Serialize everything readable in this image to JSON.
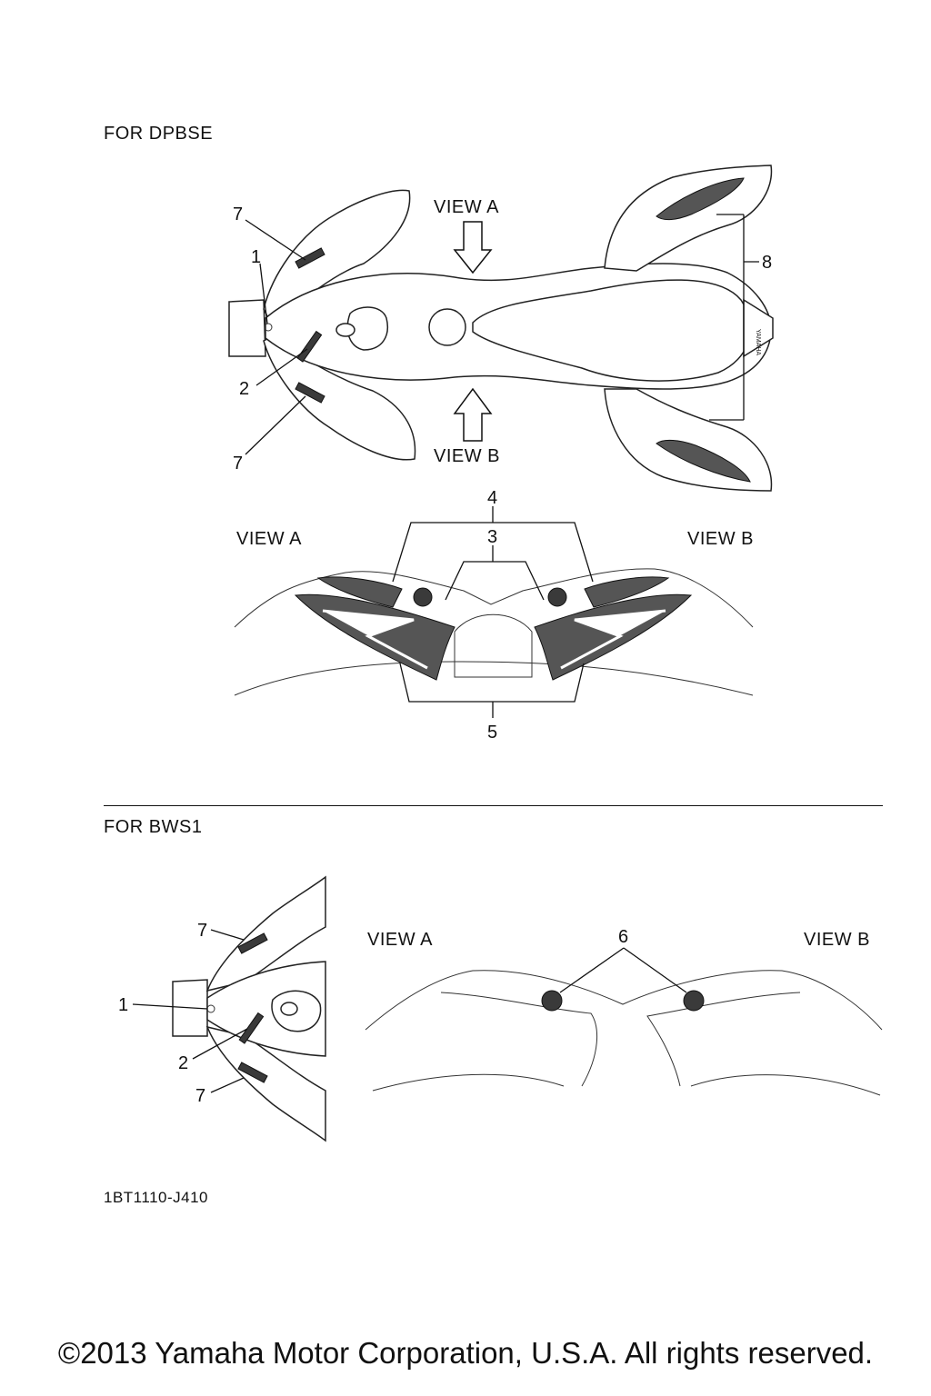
{
  "sections": {
    "dpbse_heading": "FOR  DPBSE",
    "bws1_heading": "FOR BWS1"
  },
  "view_labels": {
    "arrow_view_a": "VIEW A",
    "arrow_view_b": "VIEW B",
    "detail_view_a": "VIEW A",
    "detail_view_b": "VIEW B",
    "bws1_view_a": "VIEW A",
    "bws1_view_b": "VIEW B"
  },
  "callouts": {
    "dpbse_top": [
      "7",
      "1",
      "2",
      "7",
      "8"
    ],
    "dpbse_detail": [
      "4",
      "3",
      "5"
    ],
    "bws1_top": [
      "7",
      "1",
      "2",
      "7"
    ],
    "bws1_detail": [
      "6"
    ]
  },
  "decal_brand": "YAMAHA",
  "diagram_code": "1BT1110-J410",
  "copyright": "©2013 Yamaha Motor Corporation, U.S.A. All rights reserved."
}
